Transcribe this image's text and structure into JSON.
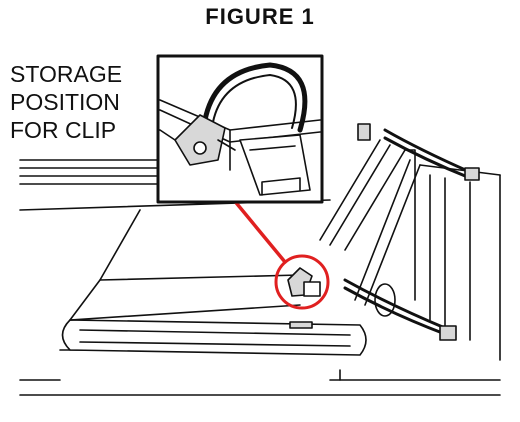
{
  "title": "FIGURE 1",
  "callout": {
    "line1": "STORAGE",
    "line2": "POSITION",
    "line3": "FOR CLIP"
  },
  "colors": {
    "line": "#111111",
    "highlight": "#e02020",
    "fill": "#ffffff",
    "shade": "#d8d8d8"
  }
}
